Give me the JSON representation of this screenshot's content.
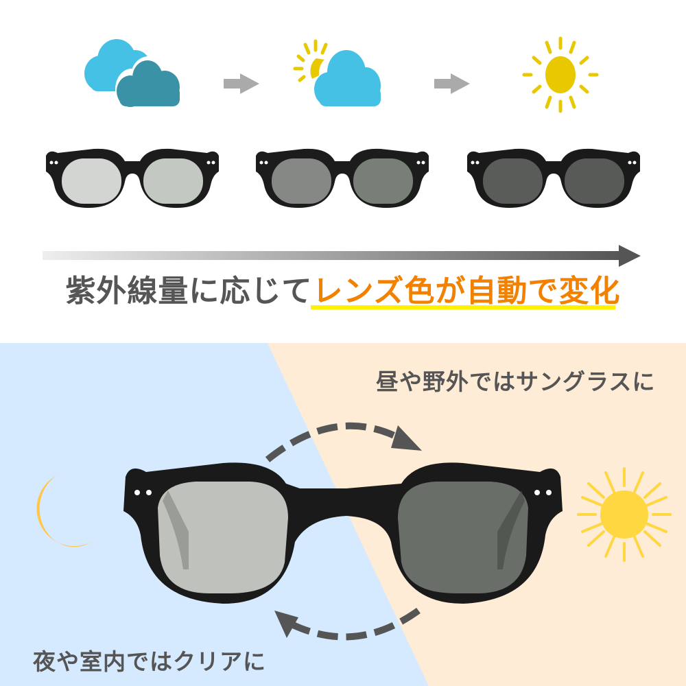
{
  "top_section": {
    "weather_steps": [
      {
        "icon": "cloudy-icon",
        "label": "cloudy"
      },
      {
        "icon": "partly-sunny-icon",
        "label": "partly sunny"
      },
      {
        "icon": "sunny-icon",
        "label": "sunny"
      }
    ],
    "arrows": [
      "arrow-right-icon",
      "arrow-right-icon"
    ],
    "glasses_states": [
      {
        "lens_color": "#c9ccc8",
        "label": "clear"
      },
      {
        "lens_color": "#7a7d79",
        "label": "medium tint"
      },
      {
        "lens_color": "#595b58",
        "label": "dark tint"
      }
    ],
    "gradient_arrow": {
      "start_color": "#eeeeee",
      "end_color": "#555555"
    },
    "heading": {
      "part1": "紫外線量に応じて",
      "part2": "レンズ色が自動で変化"
    },
    "colors": {
      "heading_dark": "#555555",
      "heading_accent": "#f28100",
      "underline": "#fff200",
      "cloud_light": "#45c1e5",
      "cloud_dark": "#3a92a6",
      "sun_top": "#e8c800"
    }
  },
  "bottom_section": {
    "day_caption": "昼や野外ではサングラスに",
    "night_caption": "夜や室内ではクリアに",
    "left_panel_color": "#d6eaff",
    "right_panel_color": "#feecd6",
    "moon_color": "#ffc64a",
    "sun_color": "#ffd740",
    "large_glasses": {
      "left_lens_color": "#bfc1bd",
      "right_lens_color": "#6a6e68"
    }
  }
}
